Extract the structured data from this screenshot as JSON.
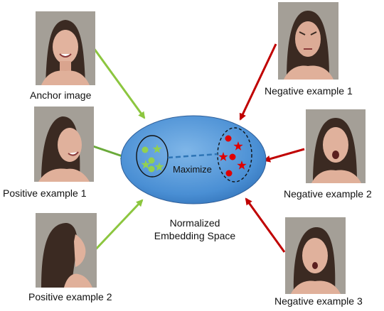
{
  "anchor": {
    "label": "Anchor image"
  },
  "positives": [
    {
      "label": "Positive example 1"
    },
    {
      "label": "Positive example 2"
    }
  ],
  "negatives": [
    {
      "label": "Negative example 1"
    },
    {
      "label": "Negative example 2"
    },
    {
      "label": "Negative example 3"
    }
  ],
  "embedding": {
    "label_line1": "Normalized",
    "label_line2": "Embedding Space",
    "maximize_label": "Maximize"
  },
  "colors": {
    "positive_arrow": "#8cc63f",
    "negative_arrow": "#c00000",
    "ellipse_fill": "#5b9bd5",
    "positive_point": "#92d050",
    "negative_point": "#e00000",
    "dashed_link": "#2e75b6"
  }
}
